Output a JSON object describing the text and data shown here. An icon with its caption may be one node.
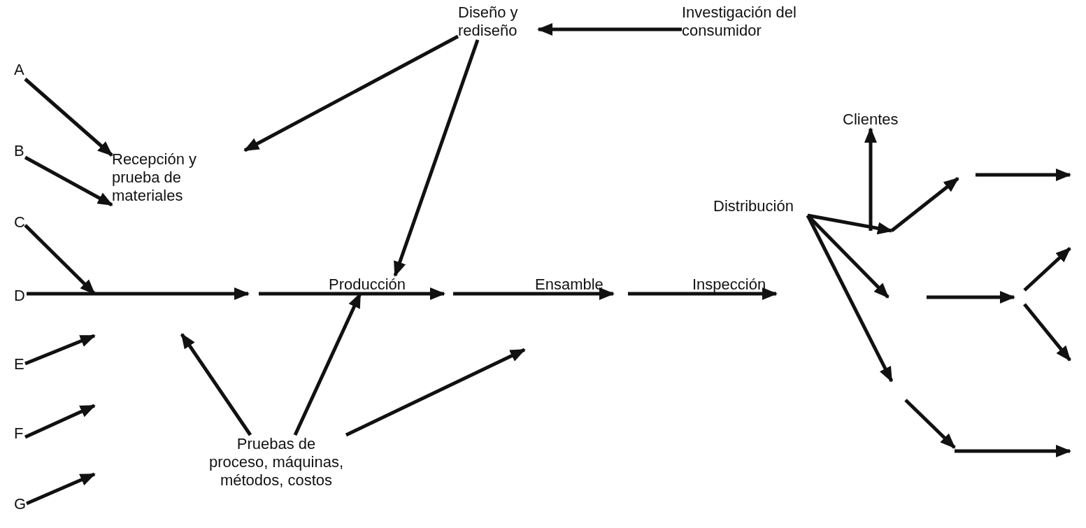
{
  "diagram": {
    "nodes": [
      {
        "text": [
          "Diseño y rediseño"
        ]
      },
      {
        "text": [
          "Investigación del consumidor"
        ]
      },
      {
        "text": [
          "A"
        ]
      },
      {
        "text": [
          "B"
        ]
      },
      {
        "text": [
          "C"
        ]
      },
      {
        "text": [
          "D"
        ]
      },
      {
        "text": [
          "E"
        ]
      },
      {
        "text": [
          "F"
        ]
      },
      {
        "text": [
          "G"
        ]
      },
      {
        "text": [
          "Recepción y prueba de materiales"
        ]
      },
      {
        "text": [
          "Producción"
        ]
      },
      {
        "text": [
          "Ensamble"
        ]
      },
      {
        "text": [
          "Inspección"
        ]
      },
      {
        "text": [
          "Distribución"
        ]
      },
      {
        "text": [
          "Clientes"
        ]
      },
      {
        "text": [
          "Pruebas de proceso, máquinas, métodos, costos"
        ]
      }
    ],
    "edges": [
      {
        "from": 1,
        "to": 0,
        "arrow": "to"
      },
      {
        "from": 0,
        "to": 9,
        "arrow": "to"
      },
      {
        "from": 0,
        "to": 10,
        "arrow": "to"
      },
      {
        "from": 2,
        "to": 9,
        "arrow": "to"
      },
      {
        "from": 3,
        "to": 9,
        "arrow": "to"
      },
      {
        "from": 4,
        "to": null,
        "arrow": "to"
      },
      {
        "from": 5,
        "to": null,
        "arrow": "to"
      },
      {
        "from": 6,
        "to": null,
        "arrow": "to"
      },
      {
        "from": 7,
        "to": null,
        "arrow": "to"
      },
      {
        "from": 8,
        "to": null,
        "arrow": "to"
      },
      {
        "from": 15,
        "to": null,
        "arrow": "to"
      },
      {
        "from": 15,
        "to": 10,
        "arrow": "to"
      },
      {
        "from": 15,
        "to": null,
        "arrow": "to"
      },
      {
        "from": null,
        "to": 10,
        "arrow": "to"
      },
      {
        "from": null,
        "to": 11,
        "arrow": "to"
      },
      {
        "from": null,
        "to": 12,
        "arrow": "to"
      },
      {
        "from": 13,
        "to": null,
        "arrow": "to"
      },
      {
        "from": 13,
        "to": null,
        "arrow": "to"
      },
      {
        "from": 13,
        "to": null,
        "arrow": "to"
      },
      {
        "from": null,
        "to": 14,
        "arrow": "to"
      }
    ]
  }
}
